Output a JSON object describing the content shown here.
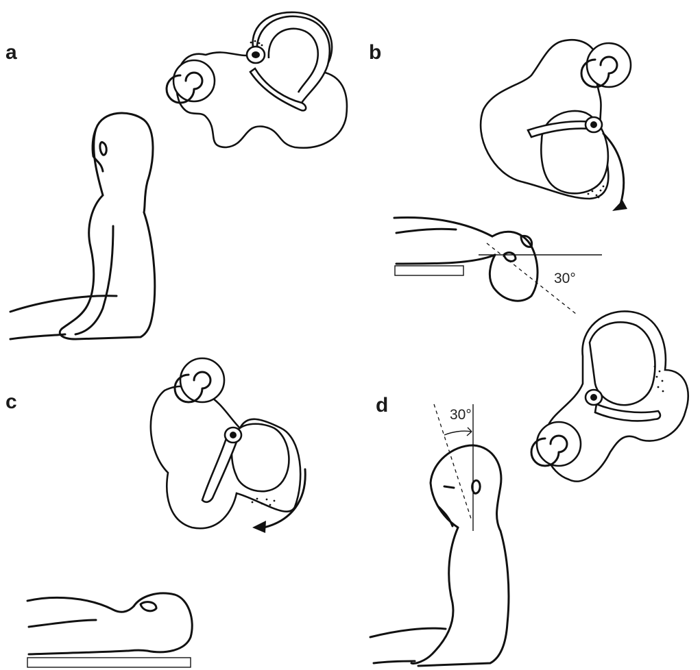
{
  "panels": [
    {
      "letter": "a"
    },
    {
      "letter": "b",
      "angle_label": "30°"
    },
    {
      "letter": "c"
    },
    {
      "letter": "d",
      "angle_label": "30°"
    }
  ]
}
